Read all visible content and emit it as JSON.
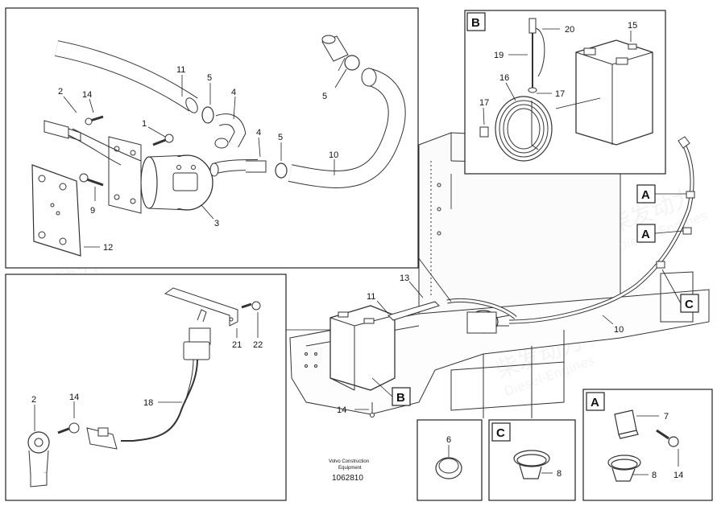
{
  "watermark": {
    "cn": "柴发动力",
    "en": "Diesel-Engines"
  },
  "callouts": {
    "box_b": "B",
    "box_a": "A",
    "box_c": "C",
    "l1": "1",
    "l2": "2",
    "l3": "3",
    "l4": "4",
    "l5": "5",
    "l6": "6",
    "l7": "7",
    "l8": "8",
    "l9": "9",
    "l10": "10",
    "l11": "11",
    "l12": "12",
    "l13": "13",
    "l14": "14",
    "l15": "15",
    "l16": "16",
    "l17": "17",
    "l18": "18",
    "l19": "19",
    "l20": "20",
    "l21": "21",
    "l22": "22"
  },
  "footer": {
    "company_line1": "Volvo Construction",
    "company_line2": "Equipment",
    "drawing_number": "1062810"
  }
}
